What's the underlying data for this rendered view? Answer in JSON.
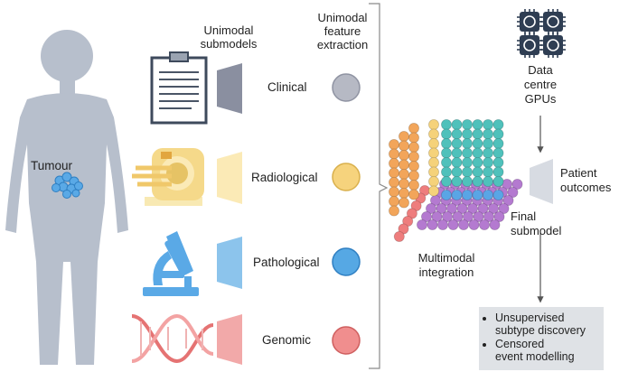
{
  "headers": {
    "submodels_line1": "Unimodal",
    "submodels_line2": "submodels",
    "feature_line1": "Unimodal",
    "feature_line2": "feature",
    "feature_line3": "extraction"
  },
  "body": {
    "tumour_label": "Tumour"
  },
  "modalities": [
    {
      "label": "Clinical",
      "color": "#b6b9c4",
      "trap_color": "#8a8fa0"
    },
    {
      "label": "Radiological",
      "color": "#f6d37d",
      "trap_color": "#fbeab6"
    },
    {
      "label": "Pathological",
      "color": "#56a8e4",
      "trap_color": "#8cc4ec"
    },
    {
      "label": "Genomic",
      "color": "#f08e8e",
      "trap_color": "#f2a9a9"
    }
  ],
  "gpu": {
    "line1": "Data",
    "line2": "centre",
    "line3": "GPUs",
    "icon": "chip-icon",
    "color": "#2f3e53"
  },
  "integration": {
    "line1": "Multimodal",
    "line2": "integration"
  },
  "final": {
    "line1": "Final",
    "line2": "submodel"
  },
  "outcomes": {
    "line1": "Patient",
    "line2": "outcomes"
  },
  "tasks": {
    "item1_line1": "Unsupervised",
    "item1_line2": "subtype discovery",
    "item2_line1": "Censored",
    "item2_line2": "event modelling"
  },
  "colors": {
    "body": "#b7bfcc",
    "tumour": "#5aa9e6",
    "cube_orange": "#f2a55a",
    "cube_yellow": "#f5d27a",
    "cube_teal": "#4fc1bb",
    "cube_blue": "#5aa5e5",
    "cube_red": "#ee7d7d",
    "cube_purple": "#b47ad0"
  }
}
